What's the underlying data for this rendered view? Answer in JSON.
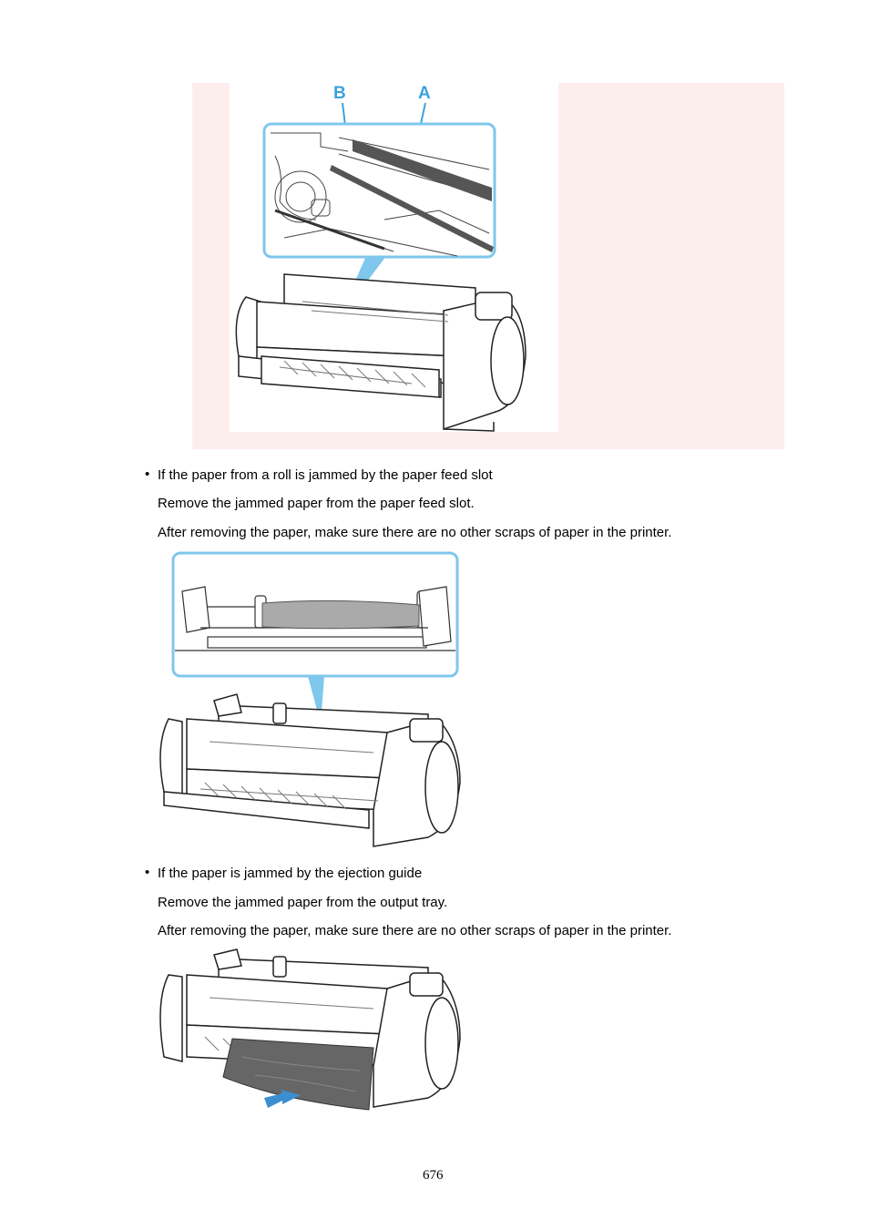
{
  "figure1": {
    "callout_a": "A",
    "callout_b": "B",
    "colors": {
      "note_bg": "#fdeeee",
      "callout": "#3ba3dc"
    }
  },
  "section1": {
    "bullet": "•",
    "heading": "If the paper from a roll is jammed by the paper feed slot",
    "line1": "Remove the jammed paper from the paper feed slot.",
    "line2": "After removing the paper, make sure there are no other scraps of paper in the printer."
  },
  "section2": {
    "bullet": "•",
    "heading": "If the paper is jammed by the ejection guide",
    "line1": "Remove the jammed paper from the output tray.",
    "line2": "After removing the paper, make sure there are no other scraps of paper in the printer."
  },
  "page_number": "676"
}
